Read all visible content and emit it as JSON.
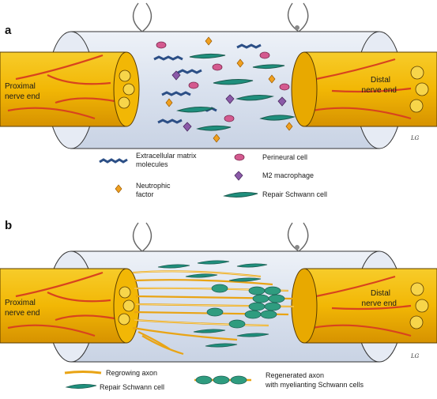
{
  "panels": [
    {
      "letter": "a",
      "proximal_label": [
        "Proximal",
        "nerve end"
      ],
      "distal_label": [
        "Distal",
        "nerve end"
      ],
      "legend": {
        "ecm": [
          "Extracellular matrix",
          "molecules"
        ],
        "neurotrophic": [
          "Neutrophic",
          "factor"
        ],
        "perineural": [
          "Perineural cell"
        ],
        "macrophage": [
          "M2 macrophage"
        ],
        "schwann": [
          "Repair Schwann cell"
        ]
      }
    },
    {
      "letter": "b",
      "proximal_label": [
        "Proximal",
        "nerve end"
      ],
      "distal_label": [
        "Distal",
        "nerve end"
      ],
      "legend": {
        "axon": [
          "Regrowing axon"
        ],
        "schwann": [
          "Repair Schwann cell"
        ],
        "regenerated": [
          "Regenerated axon",
          "with myelianting Schwann cells"
        ]
      }
    }
  ],
  "signature": "LG",
  "colors": {
    "nerve": "#f2b705",
    "nerve_dark": "#c98a00",
    "vessel": "#e0512a",
    "tube": "#dfe6f2",
    "ecm": "#2c4f86",
    "perineural": "#d45a8f",
    "macrophage": "#8b5aa8",
    "schwann": "#1f8f7d",
    "neurotrophic": "#f0a020"
  }
}
